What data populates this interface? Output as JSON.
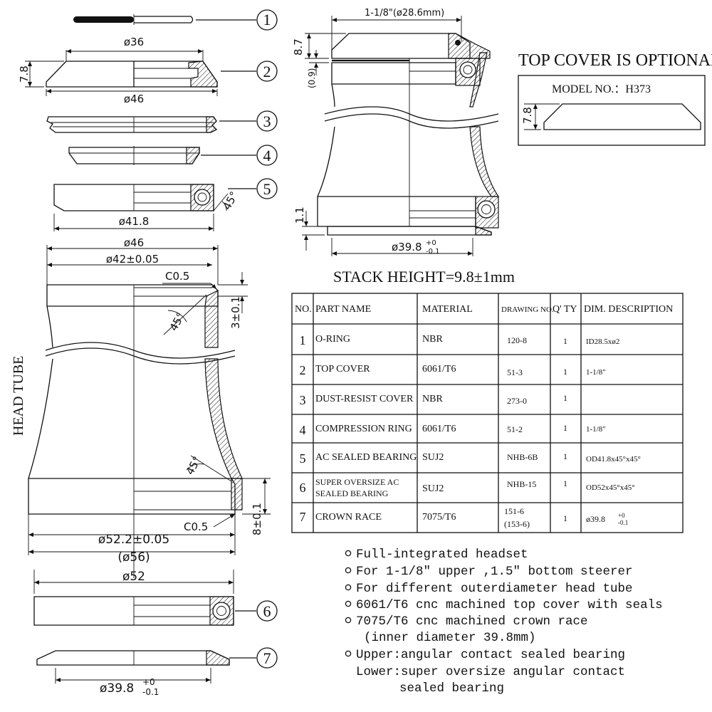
{
  "parts_drawing": {
    "callouts": [
      "1",
      "2",
      "3",
      "4",
      "5",
      "6",
      "7"
    ],
    "dims": {
      "d36": "ø36",
      "h78": "7.8",
      "d46_top": "ø46",
      "d418": "ø41.8",
      "d46_tube": "ø46",
      "d42": "ø42±0.05",
      "c05_top": "C0.5",
      "a45_top": "45°",
      "h3": "3±0.1",
      "a45_bot": "45°",
      "c05_bot": "C0.5",
      "d522": "ø52.2±0.05",
      "d56": "(ø56)",
      "h8": "8±0.1",
      "d52": "ø52",
      "d398": "ø39.8",
      "tol_up": "+0",
      "tol_dn": "-0.1",
      "a45_bearing": "45°"
    },
    "head_tube_label": "HEAD TUBE"
  },
  "assembly": {
    "steerer_dim": "1-1/8\"(ø28.6mm)",
    "h87": "8.7",
    "h09": "(0.9)",
    "h11": "1.1",
    "d398": "ø39.8",
    "tol_up": "+0",
    "tol_dn": "-0.1",
    "stack_height": "STACK HEIGHT=9.8±1mm"
  },
  "top_cover": {
    "heading": "TOP COVER IS OPTIONAL",
    "model": "MODEL NO.：H373",
    "height": "7.8"
  },
  "table": {
    "headers": [
      "NO.",
      "PART NAME",
      "MATERIAL",
      "DRAWING NO.",
      "Q' TY",
      "DIM. DESCRIPTION"
    ],
    "rows": [
      {
        "no": "1",
        "name": "O-RING",
        "material": "NBR",
        "drawing": "120-8",
        "qty": "1",
        "dim": "ID28.5xø2"
      },
      {
        "no": "2",
        "name": "TOP COVER",
        "material": "6061/T6",
        "drawing": "51-3",
        "qty": "1",
        "dim": "1-1/8\""
      },
      {
        "no": "3",
        "name": "DUST-RESIST COVER",
        "material": "NBR",
        "drawing": "273-0",
        "qty": "1",
        "dim": ""
      },
      {
        "no": "4",
        "name": "COMPRESSION RING",
        "material": "6061/T6",
        "drawing": "51-2",
        "qty": "1",
        "dim": "1-1/8\""
      },
      {
        "no": "5",
        "name": "AC SEALED BEARING",
        "material": "SUJ2",
        "drawing": "NHB-6B",
        "qty": "1",
        "dim": "OD41.8x45°x45°"
      },
      {
        "no": "6",
        "name": "SUPER OVERSIZE AC",
        "name2": "SEALED BEARING",
        "material": "SUJ2",
        "drawing": "NHB-15",
        "qty": "1",
        "dim": "OD52x45°x45°"
      },
      {
        "no": "7",
        "name": "CROWN RACE",
        "material": "7075/T6",
        "drawing": "151-6",
        "drawing2": "(153-6)",
        "qty": "1",
        "dim": "ø39.8",
        "dim_tol_up": "+0",
        "dim_tol_dn": "-0.1"
      }
    ]
  },
  "notes": [
    "Full-integrated headset",
    "For 1-1/8\" upper ,1.5\" bottom steerer",
    "For different outerdiameter head tube",
    "6061/T6 cnc machined top cover with seals",
    "7075/T6 cnc machined crown race",
    "(inner diameter 39.8mm)",
    "Upper:angular contact sealed bearing",
    "Lower:super oversize angular contact",
    "sealed bearing"
  ]
}
